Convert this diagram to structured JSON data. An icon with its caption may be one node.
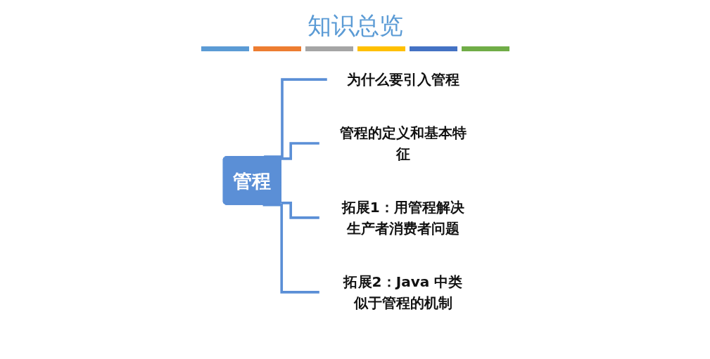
{
  "diagram": {
    "title": "知识总览",
    "nodes": [
      {
        "text": [
          "管程"
        ]
      },
      {
        "text": [
          "为什么要引入管程"
        ]
      },
      {
        "text": [
          "管程的定义和基本特征"
        ]
      },
      {
        "text": [
          "拓展1：用管程解决生产者消费者问题"
        ]
      },
      {
        "text": [
          "拓展2：Java 中类似于管程的机制"
        ]
      }
    ],
    "edges": [
      {
        "from": 0,
        "to": 1,
        "arrow": "none"
      },
      {
        "from": 0,
        "to": 2,
        "arrow": "none"
      },
      {
        "from": 0,
        "to": 3,
        "arrow": "none"
      },
      {
        "from": 0,
        "to": 4,
        "arrow": "none"
      }
    ]
  }
}
